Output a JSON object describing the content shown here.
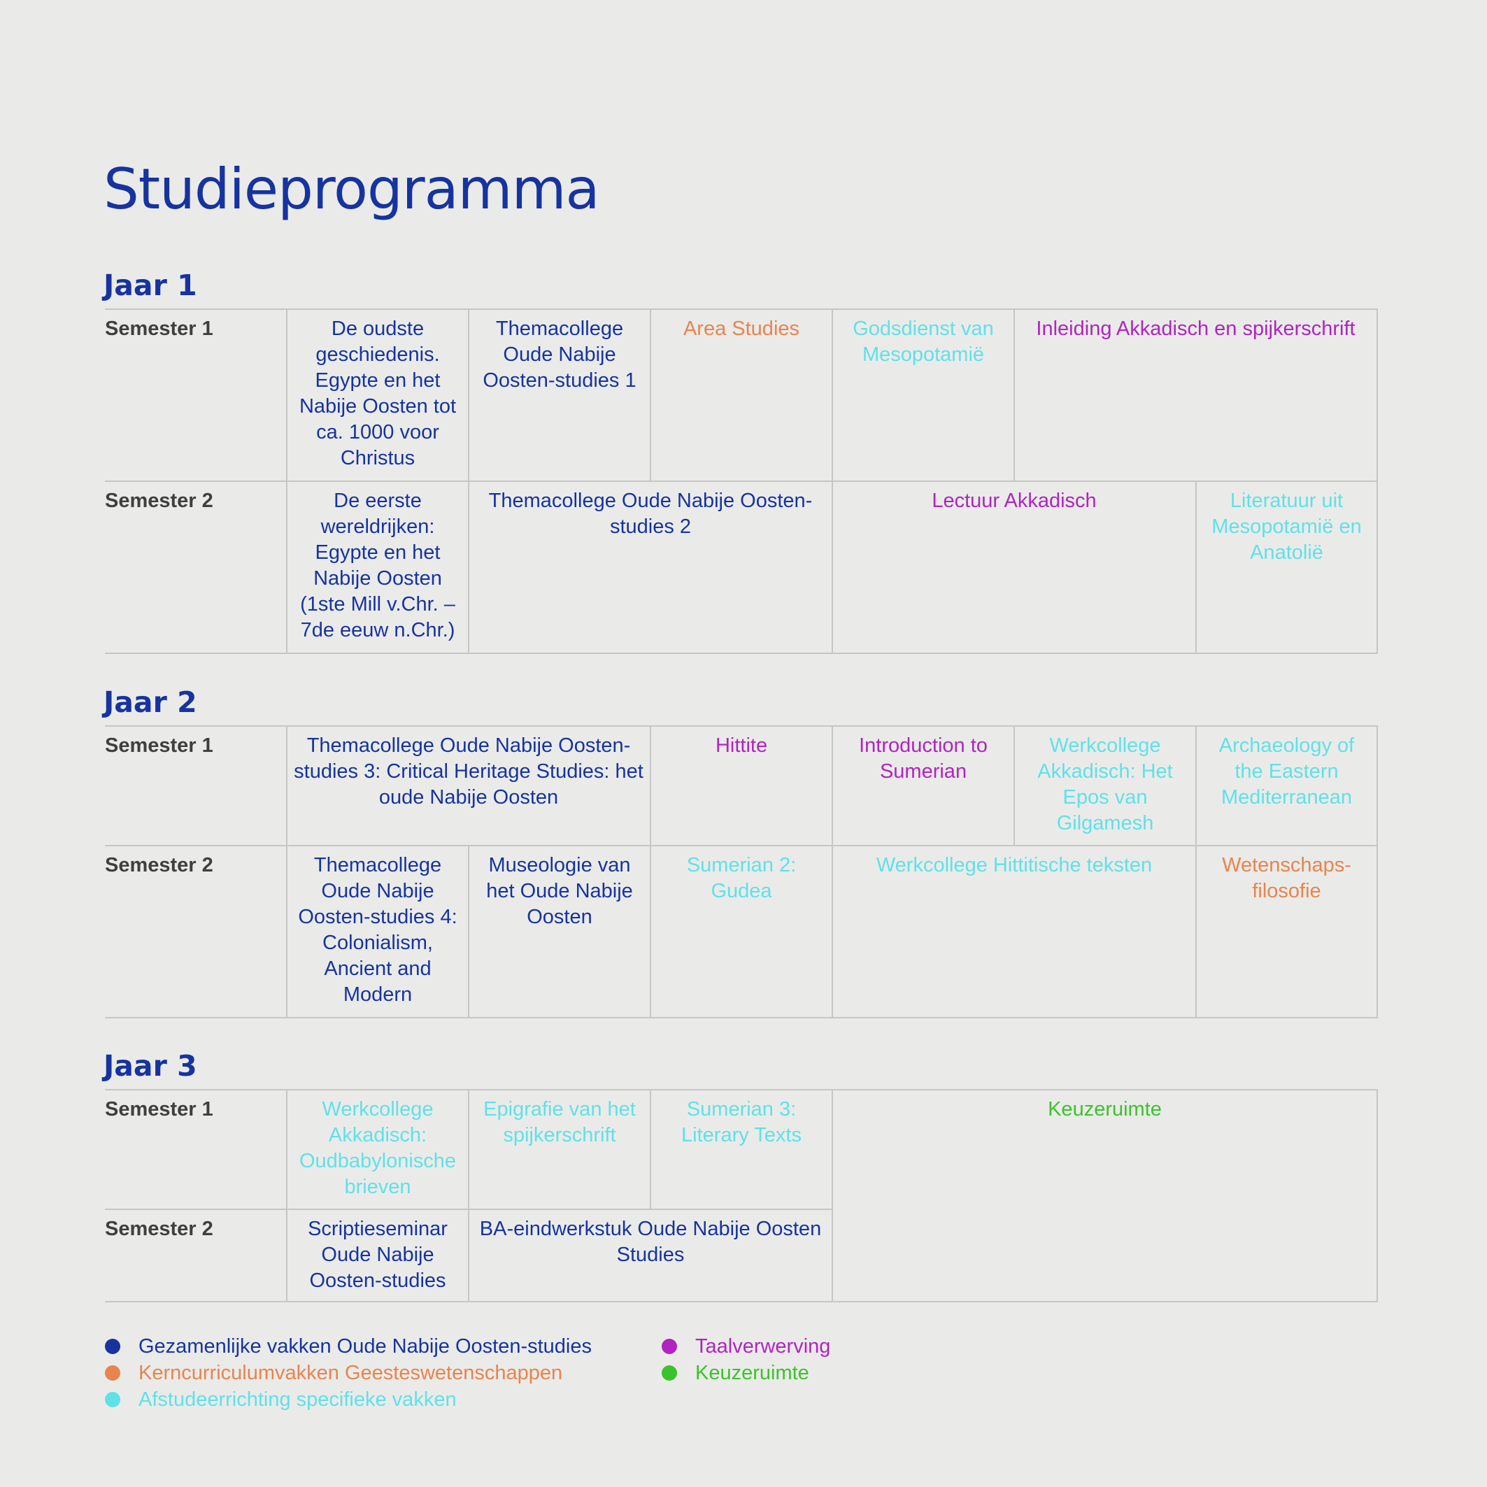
{
  "title": "Studieprogramma",
  "colors": {
    "blue": "#1633a0",
    "orange": "#e8844e",
    "cyan": "#5fe1e8",
    "magenta": "#b024c0",
    "green": "#3cc22c"
  },
  "years": {
    "y1": {
      "title": "Jaar 1",
      "s1": {
        "label": "Semester 1",
        "c1": "De oudste geschiedenis. Egypte en het Nabije Oosten tot ca. 1000 voor Christus",
        "c2": "Themacollege Oude Nabije Oosten-studies 1",
        "c3": "Area Studies",
        "c4": "Godsdienst van Mesopotamië",
        "c5": "Inleiding Akkadisch en spijkerschrift"
      },
      "s2": {
        "label": "Semester 2",
        "c1": "De eerste wereldrijken: Egypte en het Nabije Oosten (1ste Mill v.Chr. – 7de eeuw n.Chr.)",
        "c2": "Themacollege Oude Nabije Oosten-studies 2",
        "c3": "Lectuur Akkadisch",
        "c4": "Literatuur uit Mesopotamië en Anatolië"
      }
    },
    "y2": {
      "title": "Jaar 2",
      "s1": {
        "label": "Semester 1",
        "c1": "Themacollege Oude Nabije Oosten-studies 3: Critical Heritage Studies: het oude Nabije Oosten",
        "c2": "Hittite",
        "c3": "Introduction to Sumerian",
        "c4": "Werkcollege Akkadisch: Het Epos van Gilgamesh",
        "c5": "Archaeology of the Eastern Mediterranean"
      },
      "s2": {
        "label": "Semester 2",
        "c1": "Themacollege Oude Nabije Oosten-studies 4: Colonialism, Ancient and Modern",
        "c2": "Museologie van het Oude Nabije Oosten",
        "c3": "Sumerian 2: Gudea",
        "c4": "Werkcollege Hittitische teksten",
        "c5": "Wetenschaps-filosofie"
      }
    },
    "y3": {
      "title": "Jaar 3",
      "s1": {
        "label": "Semester 1",
        "c1": "Werkcollege Akkadisch: Oudbabylonische brieven",
        "c2": "Epigrafie van het spijkerschrift",
        "c3": "Sumerian 3: Literary Texts",
        "c4": "Keuzeruimte"
      },
      "s2": {
        "label": "Semester 2",
        "c1": "Scriptieseminar Oude Nabije Oosten-studies",
        "c2": "BA-eindwerkstuk Oude Nabije Oosten Studies"
      }
    }
  },
  "legend": {
    "blue": "Gezamenlijke vakken Oude Nabije Oosten-studies",
    "orange": "Kerncurriculumvakken Geesteswetenschappen",
    "cyan": "Afstudeerrichting specifieke vakken",
    "magenta": "Taalverwerving",
    "green": "Keuzeruimte"
  }
}
